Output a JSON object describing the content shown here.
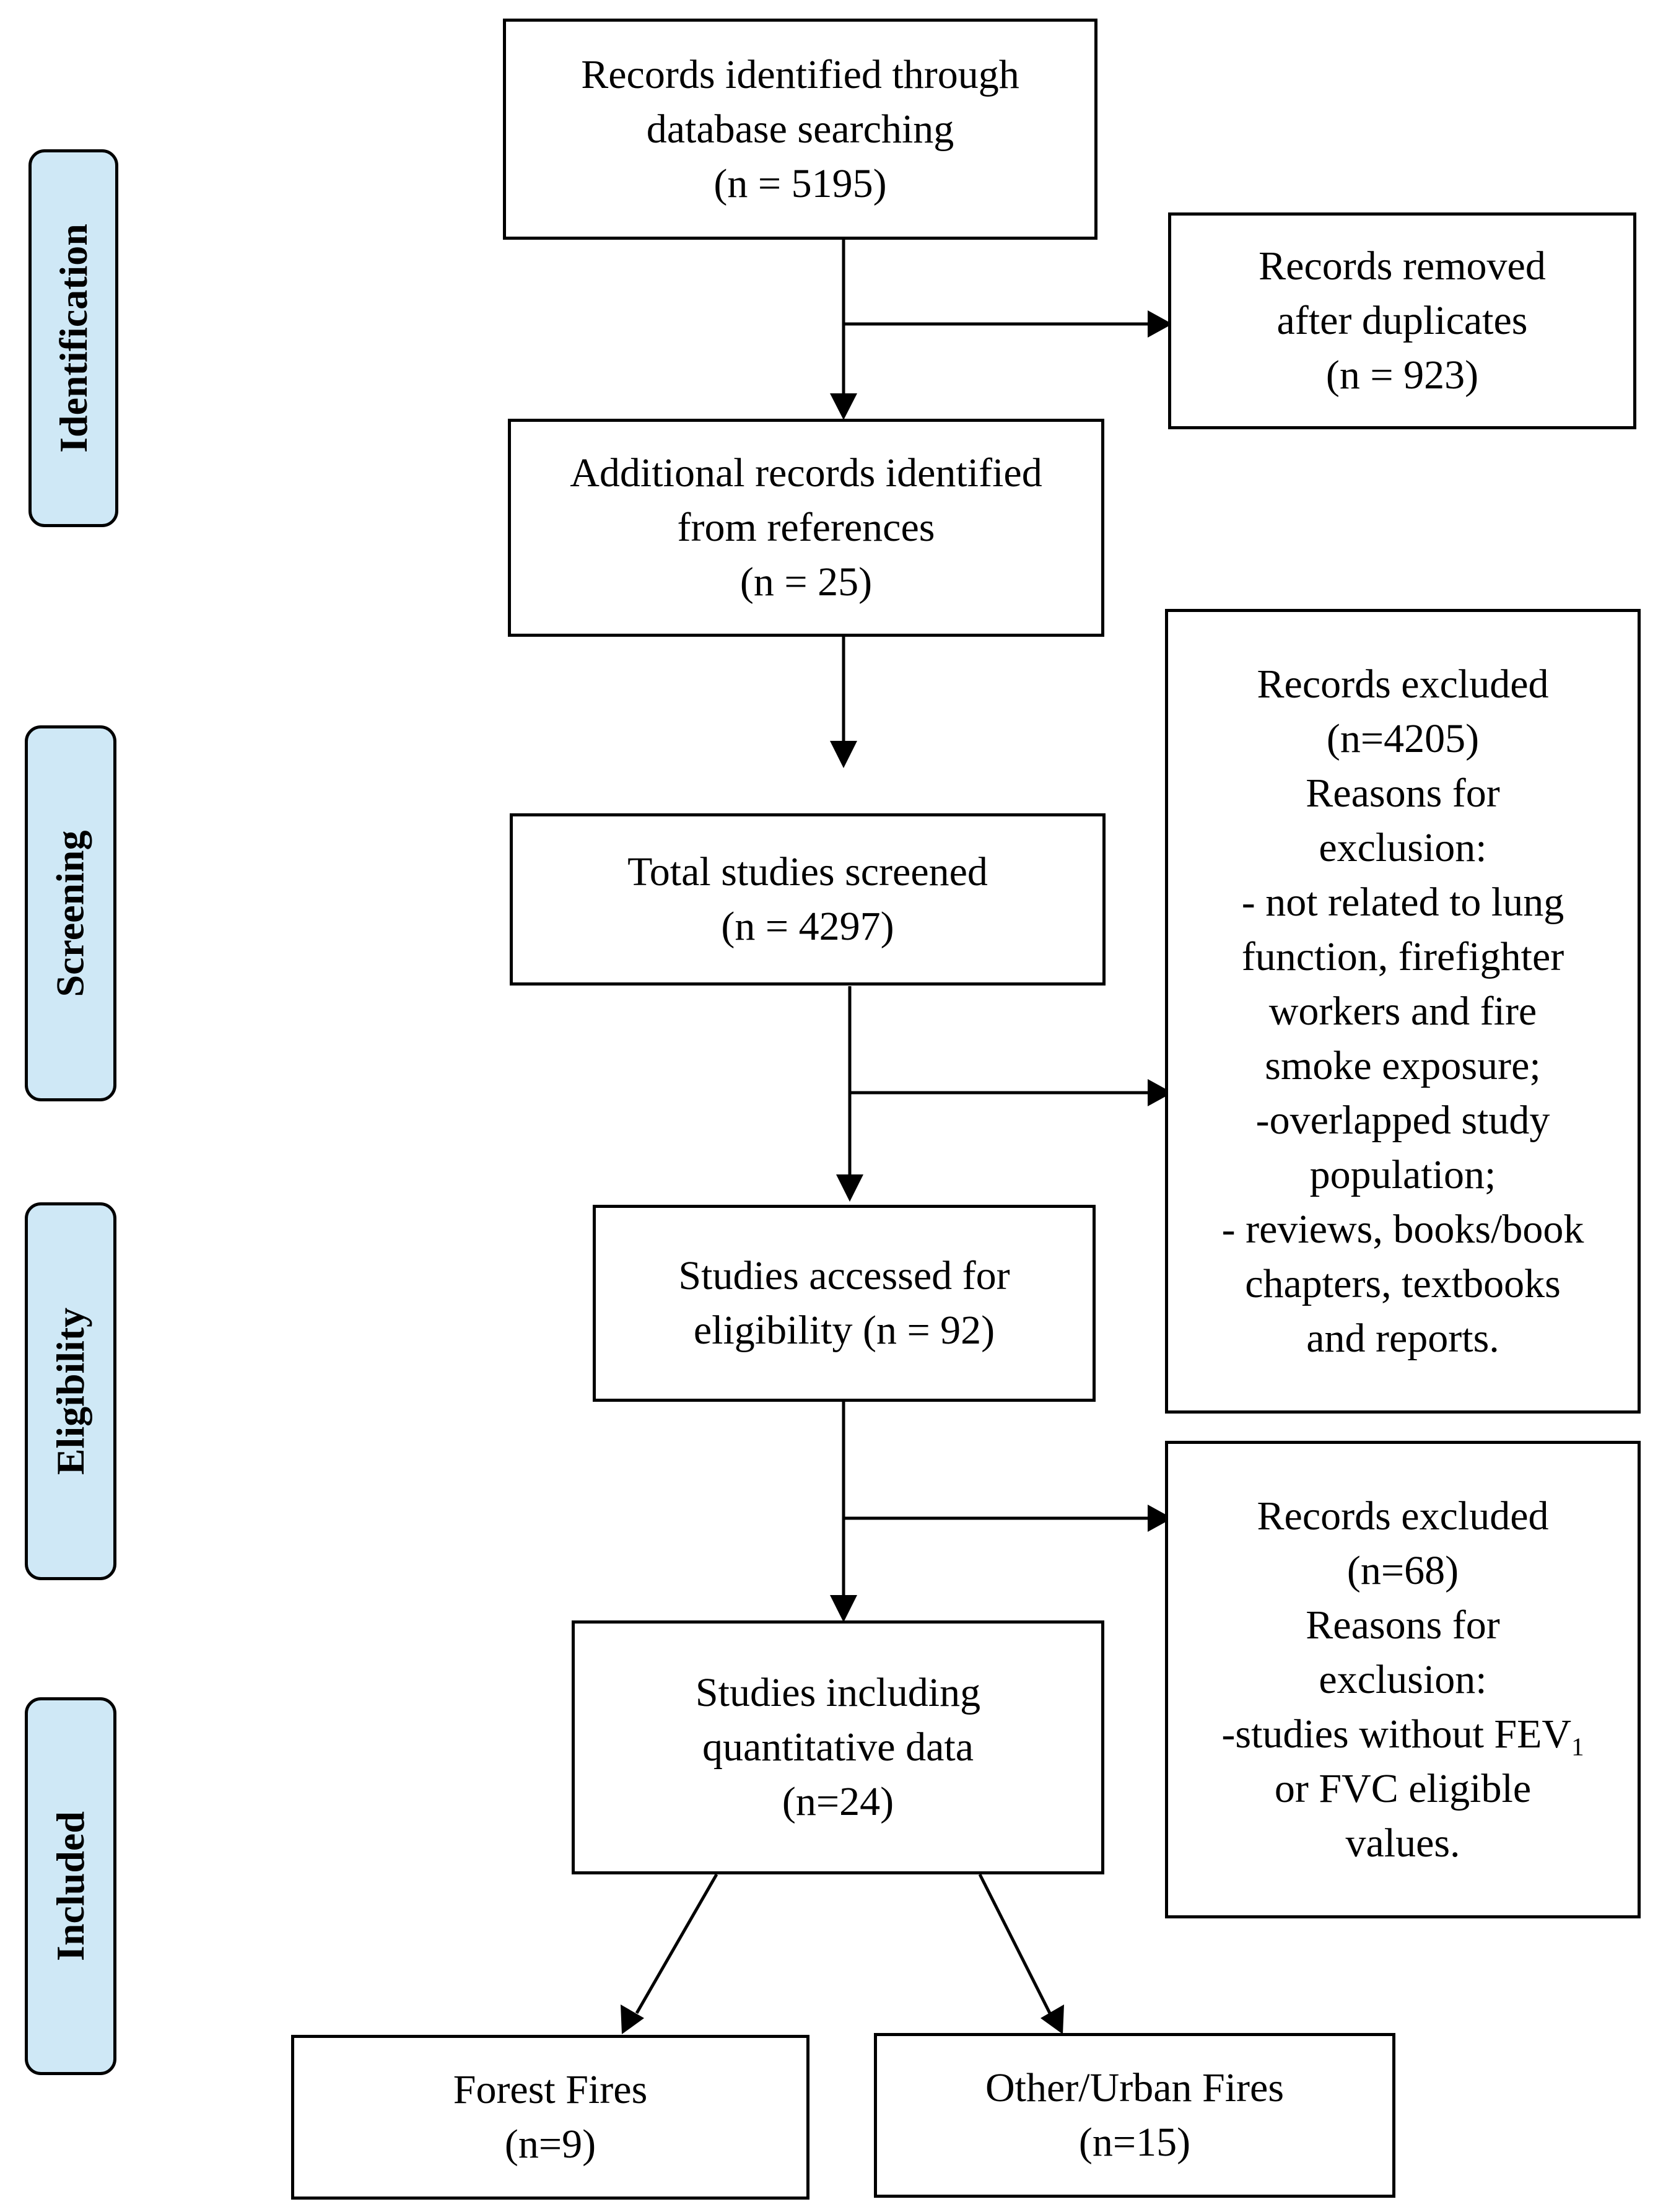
{
  "stages": {
    "identification": "Identification",
    "screening": "Screening",
    "eligibility": "Eligibility",
    "included": "Included"
  },
  "boxes": {
    "records_identified": [
      "Records identified through",
      "database searching",
      "(n = 5195)"
    ],
    "records_removed": [
      "Records removed",
      "after duplicates",
      "(n = 923)"
    ],
    "additional_records": [
      "Additional records identified",
      "from references",
      "(n = 25)"
    ],
    "total_screened": [
      "Total studies screened",
      "(n = 4297)"
    ],
    "excluded_screening": [
      "Records excluded",
      "(n=4205)",
      "Reasons for",
      "exclusion:",
      "- not related to lung",
      "function, firefighter",
      "workers and fire",
      "smoke exposure;",
      "-overlapped study",
      "population;",
      "- reviews, books/book",
      "chapters, textbooks",
      "and reports."
    ],
    "assessed_eligibility": [
      "Studies accessed for",
      "eligibility (n = 92)"
    ],
    "excluded_eligibility": {
      "lines": [
        "Records excluded",
        "(n=68)",
        "Reasons for",
        "exclusion:"
      ],
      "fev_prefix": "-studies without FEV",
      "fev_sub": "1",
      "lines_after": [
        "or FVC eligible",
        "values."
      ]
    },
    "included_studies": [
      "Studies including",
      "quantitative data",
      "(n=24)"
    ],
    "forest_fires": [
      "Forest Fires",
      "(n=9)"
    ],
    "urban_fires": [
      "Other/Urban Fires",
      "(n=15)"
    ]
  },
  "colors": {
    "stage_fill": "#cfe8f6",
    "stroke": "#000000",
    "background": "#ffffff"
  }
}
